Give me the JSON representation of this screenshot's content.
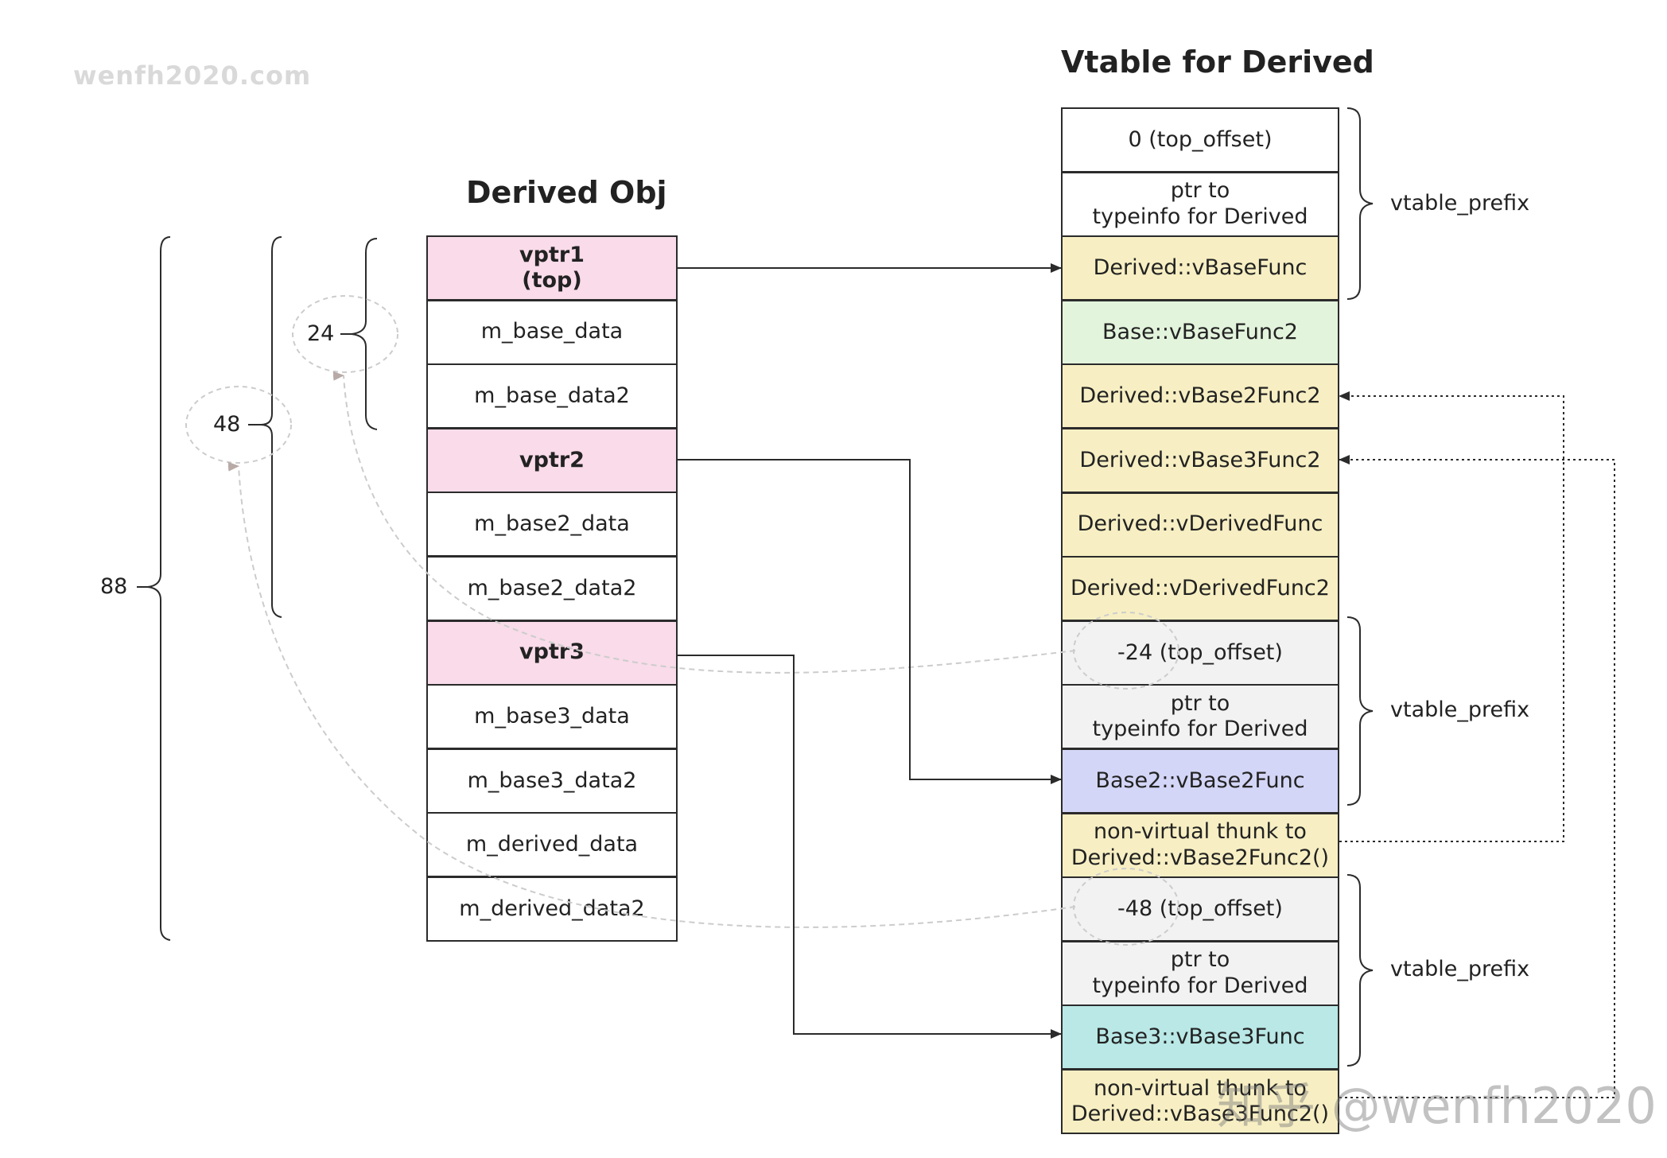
{
  "watermark_top": "wenfh2020.com",
  "watermark_bottom": "知乎 @wenfh2020",
  "derived_obj": {
    "title": "Derived Obj",
    "rows": [
      {
        "text": "vptr1\n(top)",
        "bold": true,
        "color": "#f9dbe9"
      },
      {
        "text": "m_base_data",
        "bold": false,
        "color": "#ffffff"
      },
      {
        "text": "m_base_data2",
        "bold": false,
        "color": "#ffffff"
      },
      {
        "text": "vptr2",
        "bold": true,
        "color": "#f9dbe9"
      },
      {
        "text": "m_base2_data",
        "bold": false,
        "color": "#ffffff"
      },
      {
        "text": "m_base2_data2",
        "bold": false,
        "color": "#ffffff"
      },
      {
        "text": "vptr3",
        "bold": true,
        "color": "#f9dbe9"
      },
      {
        "text": "m_base3_data",
        "bold": false,
        "color": "#ffffff"
      },
      {
        "text": "m_base3_data2",
        "bold": false,
        "color": "#ffffff"
      },
      {
        "text": "m_derived_data",
        "bold": false,
        "color": "#ffffff"
      },
      {
        "text": "m_derived_data2",
        "bold": false,
        "color": "#ffffff"
      }
    ]
  },
  "vtable": {
    "title": "Vtable for Derived",
    "rows": [
      {
        "text": "0 (top_offset)",
        "color": "#ffffff"
      },
      {
        "text": "ptr to\ntypeinfo for Derived",
        "color": "#ffffff"
      },
      {
        "text": "Derived::vBaseFunc",
        "color": "#f7efc3"
      },
      {
        "text": "Base::vBaseFunc2",
        "color": "#e3f4dc"
      },
      {
        "text": "Derived::vBase2Func2",
        "color": "#f7efc3"
      },
      {
        "text": "Derived::vBase3Func2",
        "color": "#f7efc3"
      },
      {
        "text": "Derived::vDerivedFunc",
        "color": "#f7efc3"
      },
      {
        "text": "Derived::vDerivedFunc2",
        "color": "#f7efc3"
      },
      {
        "text": "-24 (top_offset)",
        "color": "#f2f2f2"
      },
      {
        "text": "ptr to\ntypeinfo for Derived",
        "color": "#f2f2f2"
      },
      {
        "text": "Base2::vBase2Func",
        "color": "#d4d6f7"
      },
      {
        "text": "non-virtual thunk to\nDerived::vBase2Func2()",
        "color": "#f7efc3"
      },
      {
        "text": "-48 (top_offset)",
        "color": "#f2f2f2"
      },
      {
        "text": "ptr to\ntypeinfo for Derived",
        "color": "#f2f2f2"
      },
      {
        "text": "Base3::vBase3Func",
        "color": "#b9e8e6"
      },
      {
        "text": "non-virtual thunk to\nDerived::vBase3Func2()",
        "color": "#f7efc3"
      }
    ]
  },
  "vtable_prefix_labels": [
    "vtable_prefix",
    "vtable_prefix",
    "vtable_prefix"
  ],
  "size_labels": {
    "size_24": "24",
    "size_48": "48",
    "size_88": "88"
  }
}
